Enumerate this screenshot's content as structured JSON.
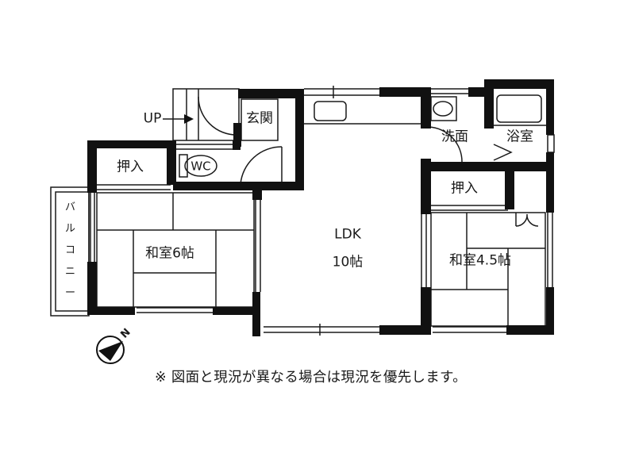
{
  "floor_plan": {
    "rooms": [
      {
        "id": "ldk",
        "name": "LDK",
        "size": "10帖"
      },
      {
        "id": "washitsu6",
        "name": "和室6帖"
      },
      {
        "id": "washitsu45",
        "name": "和室4.5帖"
      },
      {
        "id": "genkan",
        "name": "玄関"
      },
      {
        "id": "senmen",
        "name": "洗面"
      },
      {
        "id": "yokushitsu",
        "name": "浴室"
      },
      {
        "id": "wc",
        "name": "WC"
      },
      {
        "id": "oshiire_left",
        "name": "押入"
      },
      {
        "id": "oshiire_right",
        "name": "押入"
      },
      {
        "id": "balcony",
        "name": "バルコニー",
        "chars": [
          "バ",
          "ル",
          "コ",
          "ニ",
          "ー"
        ]
      }
    ],
    "stairs_label": "UP",
    "compass": {
      "label": "N",
      "icon": "north-arrow-icon"
    },
    "colors": {
      "wall": "#111111",
      "line": "#1a1a1a",
      "background": "#ffffff"
    }
  },
  "note": "※ 図面と現況が異なる場合は現況を優先します。"
}
